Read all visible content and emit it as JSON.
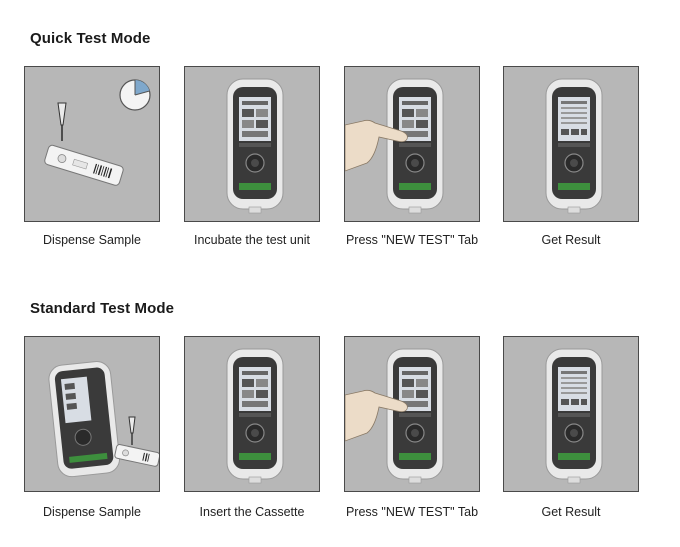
{
  "sections": [
    {
      "title": "Quick Test Mode",
      "steps": [
        {
          "caption": "Dispense Sample",
          "image": "dispense-sample-with-timer"
        },
        {
          "caption": "Incubate the test unit",
          "image": "analyzer-device"
        },
        {
          "caption": "Press \"NEW TEST\" Tab",
          "image": "finger-pressing-screen"
        },
        {
          "caption": "Get Result",
          "image": "analyzer-showing-result"
        }
      ]
    },
    {
      "title": "Standard Test Mode",
      "steps": [
        {
          "caption": "Dispense Sample",
          "image": "analyzer-with-cassette-and-pipette"
        },
        {
          "caption": "Insert the Cassette",
          "image": "analyzer-device"
        },
        {
          "caption": "Press \"NEW TEST\" Tab",
          "image": "finger-pressing-screen"
        },
        {
          "caption": "Get Result",
          "image": "analyzer-showing-result"
        }
      ]
    }
  ],
  "colors": {
    "panel_background": "#b7b7b7",
    "panel_border": "#4a4a4a",
    "device_shell": "#e9e9e9",
    "device_face": "#3a3a3a",
    "screen": "#d8dde4",
    "accent_green": "#3d8f3d"
  }
}
